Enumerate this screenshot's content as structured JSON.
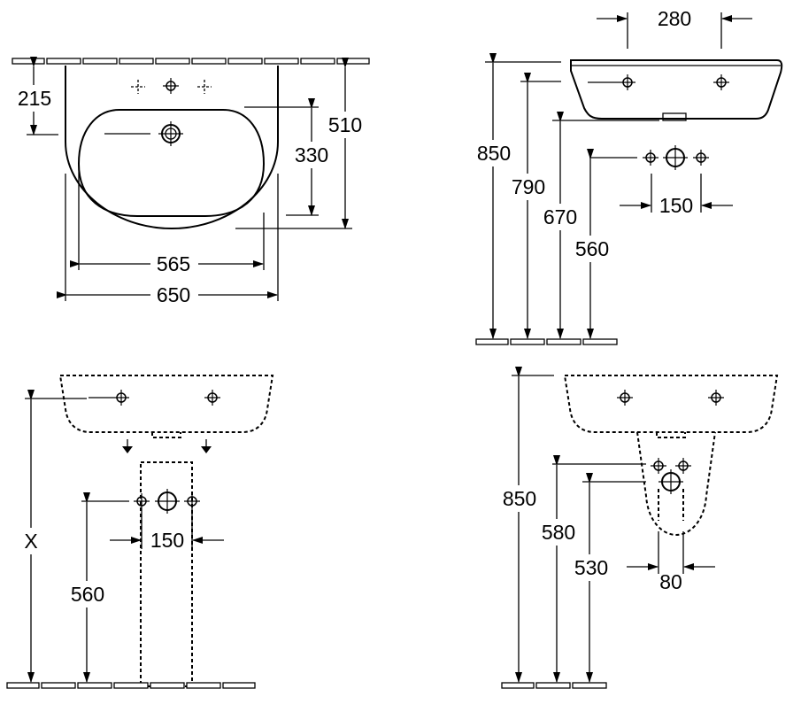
{
  "views": {
    "front": {
      "top_to_tap_mm": "215",
      "total_depth_mm": "510",
      "bowl_depth_mm": "330",
      "bowl_width_mm": "565",
      "total_width_mm": "650"
    },
    "side": {
      "rim_height_mm": "850",
      "tap_height_mm": "790",
      "bottom_height_mm": "670",
      "supply_height_mm": "560",
      "supply_spacing_mm": "150",
      "tap_spacing_mm": "280"
    },
    "pedestal": {
      "height_label": "X",
      "supply_height_mm": "560",
      "supply_spacing_mm": "150"
    },
    "semi_pedestal": {
      "rim_height_mm": "850",
      "top_height_mm": "580",
      "supply_height_mm": "530",
      "supply_spacing_mm": "80"
    }
  }
}
